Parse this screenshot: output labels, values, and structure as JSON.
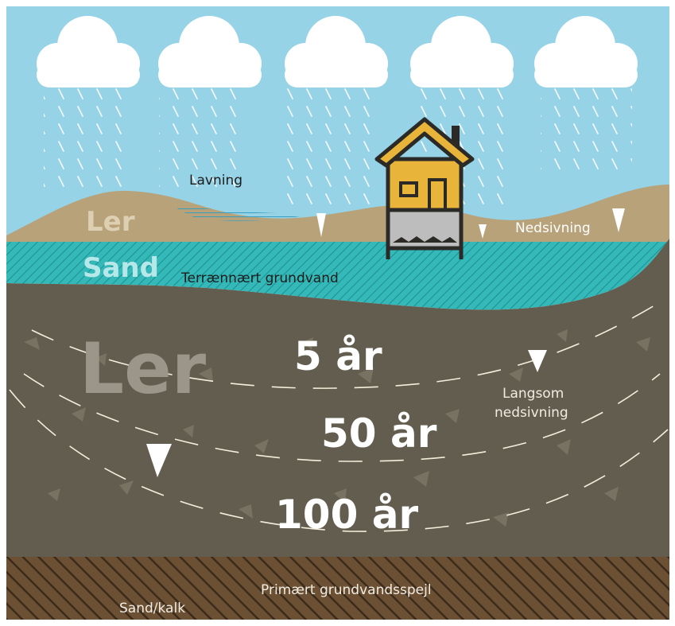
{
  "labels": {
    "lavning": "Lavning",
    "ler_top": "Ler",
    "sand_top": "Sand",
    "terraennaert": "Terrænnært grundvand",
    "nedsivning": "Nedsivning",
    "ler_big": "Ler",
    "langsom_line1": "Langsom",
    "langsom_line2": "nedsivning",
    "primaert": "Primært grundvandsspejl",
    "sand_kalk": "Sand/kalk"
  },
  "time_markers": [
    "5 år",
    "50 år",
    "100 år"
  ],
  "colors": {
    "sky": "#96d3e6",
    "cloud": "#ffffff",
    "clay_top": "#b8a27a",
    "sand_water": "#2db3b3",
    "clay_deep": "#625d4e",
    "bottom_layer": "#55402b",
    "house": "#e8b53a",
    "house_outline": "#2c2a27",
    "basement": "#bdbdbd",
    "text_dark": "#1c1c1c",
    "text_light": "#ffffff"
  },
  "icons": [
    "cloud-icon",
    "rain-icon",
    "house-icon",
    "down-arrow-icon"
  ]
}
